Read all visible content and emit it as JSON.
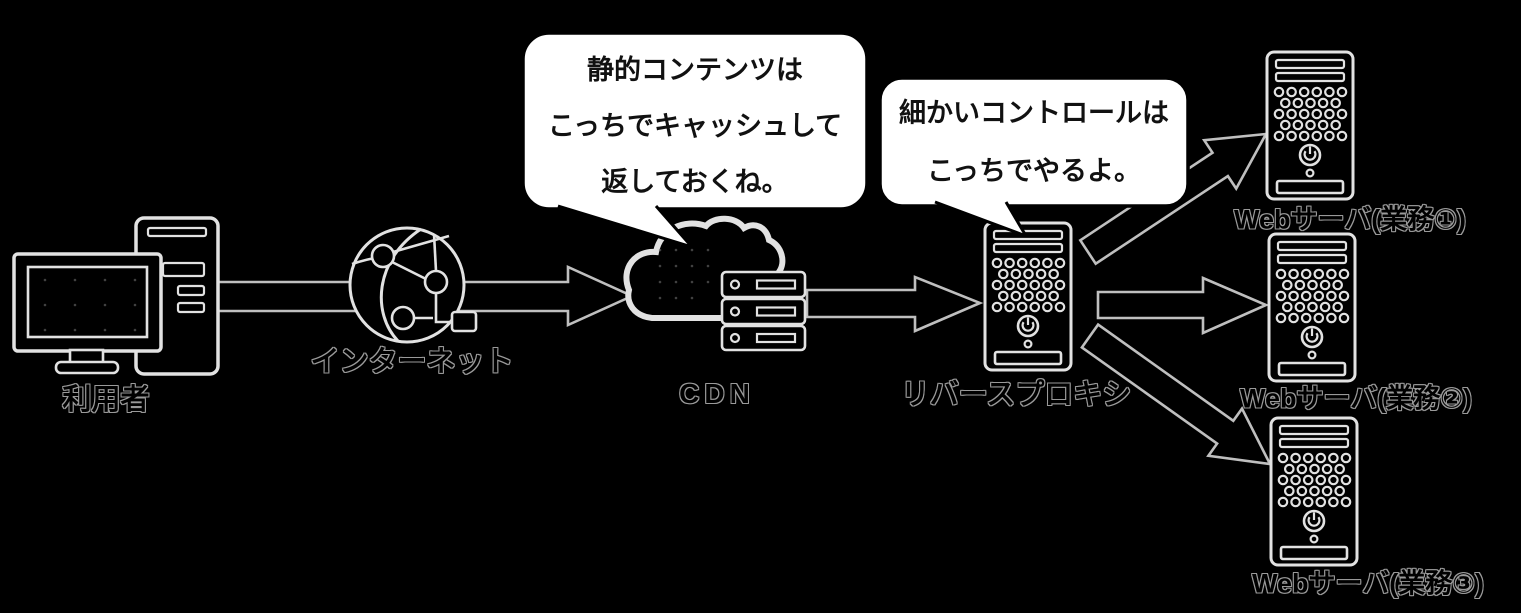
{
  "diagram": {
    "type": "network-architecture",
    "nodes": [
      {
        "id": "user",
        "label": "利用者",
        "icon": "desktop-computer-icon"
      },
      {
        "id": "internet",
        "label": "インターネット",
        "icon": "globe-network-icon"
      },
      {
        "id": "cdn",
        "label": "CDN",
        "icon": "cloud-servers-icon"
      },
      {
        "id": "reverse-proxy",
        "label": "リバースプロキシ",
        "icon": "server-tower-icon"
      },
      {
        "id": "web1",
        "label": "Webサーバ(業務①)",
        "icon": "server-tower-icon"
      },
      {
        "id": "web2",
        "label": "Webサーバ(業務②)",
        "icon": "server-tower-icon"
      },
      {
        "id": "web3",
        "label": "Webサーバ(業務③)",
        "icon": "server-tower-icon"
      }
    ],
    "edges": [
      {
        "from": "user",
        "to": "cdn",
        "via": "internet",
        "style": "block-arrow"
      },
      {
        "from": "cdn",
        "to": "reverse-proxy",
        "style": "block-arrow"
      },
      {
        "from": "reverse-proxy",
        "to": "web1",
        "style": "block-arrow"
      },
      {
        "from": "reverse-proxy",
        "to": "web2",
        "style": "block-arrow"
      },
      {
        "from": "reverse-proxy",
        "to": "web3",
        "style": "block-arrow"
      }
    ],
    "callouts": [
      {
        "target": "cdn",
        "lines": [
          "静的コンテンツは",
          "こっちでキャッシュして",
          "返しておくね。"
        ]
      },
      {
        "target": "reverse-proxy",
        "lines": [
          "細かいコントロールは",
          "こっちでやるよ。"
        ]
      }
    ]
  },
  "colors": {
    "bg": "#000000",
    "stroke": "#e2e2e2",
    "strokeDim": "#bfbfbf",
    "labelOutline": "#9a9a9a",
    "bubbleFill": "#ffffff",
    "bubbleBorder": "#000000",
    "bubbleText": "#111111"
  }
}
